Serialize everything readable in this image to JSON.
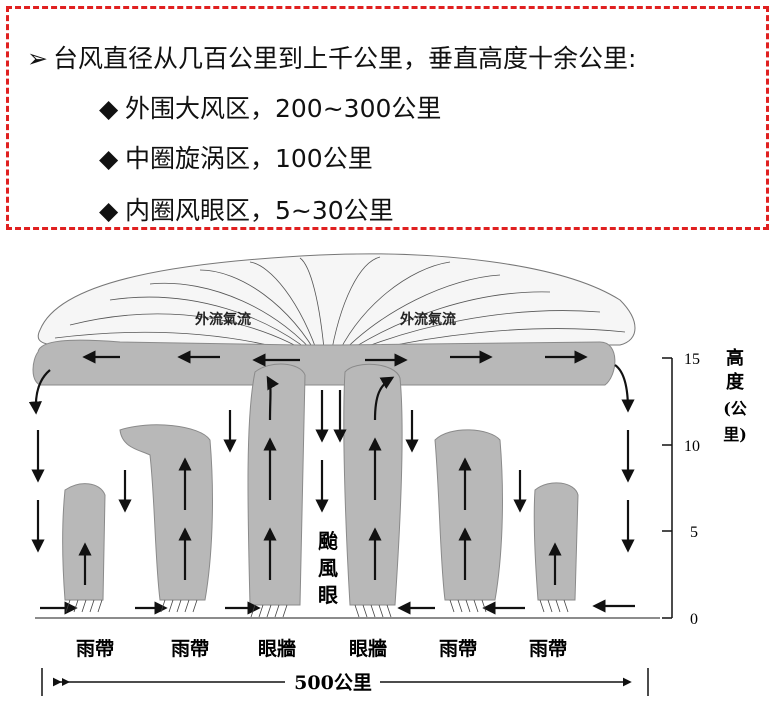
{
  "intro": {
    "marker": "➢",
    "main": "台风直径从几百公里到上千公里，垂直高度十余公里:",
    "bullet": "◆",
    "items": [
      "外围大风区，200~300公里",
      "中圈旋涡区，100公里",
      "内圈风眼区，5~30公里"
    ]
  },
  "diagram": {
    "outflow_label": "外流氣流",
    "eye_label": [
      "颱",
      "風",
      "眼"
    ],
    "bottom_labels": [
      "雨帶",
      "雨帶",
      "眼牆",
      "眼牆",
      "雨帶",
      "雨帶"
    ],
    "width_label": "500公里",
    "axis": {
      "ticks": [
        "0",
        "5",
        "10",
        "15"
      ],
      "title": [
        "高",
        "度",
        "(公",
        "里)"
      ]
    }
  }
}
